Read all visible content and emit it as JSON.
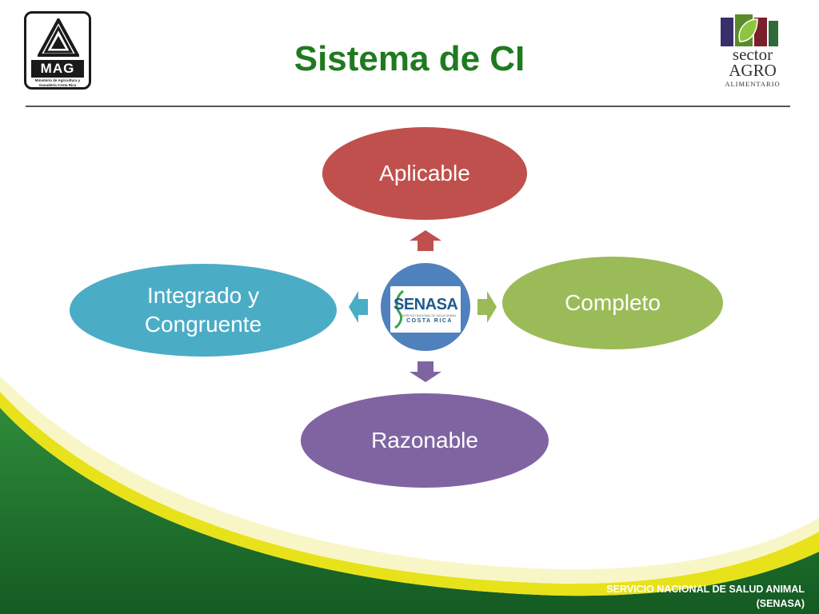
{
  "title": "Sistema de CI",
  "logos": {
    "left": {
      "text": "MAG",
      "subtitle": "Ministerio de Agricultura y Ganadería Costa Rica"
    },
    "right": {
      "line1": "sector",
      "line2": "AGRO",
      "line3": "ALIMENTARIO"
    }
  },
  "center": {
    "logo_text": "SENASA",
    "logo_small": "SERVICIO NACIONAL DE SALUD ANIMAL",
    "logo_country": "COSTA RICA"
  },
  "nodes": {
    "top": {
      "label": "Aplicable",
      "color": "#c0504d"
    },
    "right": {
      "label": "Completo",
      "color": "#9bbb59"
    },
    "bottom": {
      "label": "Razonable",
      "color": "#8064a2"
    },
    "left": {
      "line1": "Integrado y",
      "line2": "Congruente",
      "color": "#4bacc6"
    }
  },
  "footer": {
    "line1": "SERVICIO NACIONAL DE SALUD ANIMAL",
    "line2": "(SENASA)"
  },
  "colors": {
    "title": "#1f7a1f",
    "green_band": "#1e6b2a",
    "yellow_band": "#e8e21a"
  }
}
